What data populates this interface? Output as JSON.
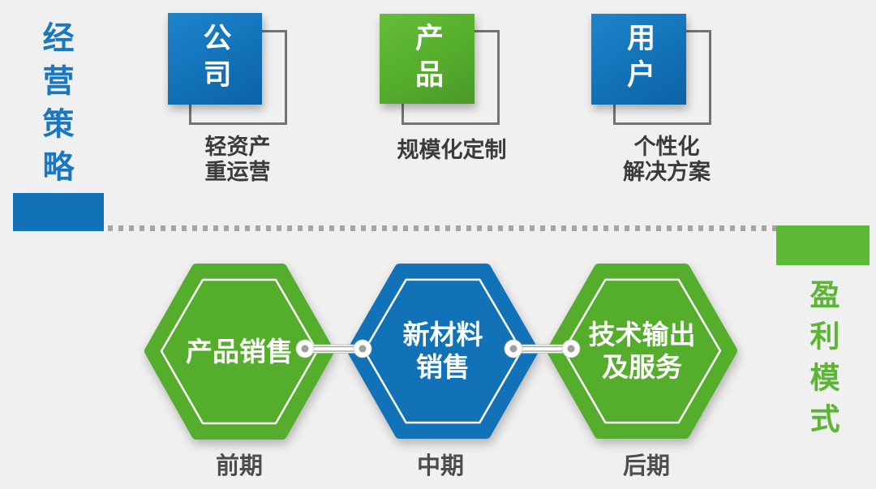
{
  "diagram": {
    "left_title": "经营策略",
    "right_title": "盈利模式",
    "strategy": {
      "items": [
        {
          "box": "公司",
          "caption1": "轻资产",
          "caption2": "重运营"
        },
        {
          "box": "产品",
          "caption1": "规模化定制",
          "caption2": ""
        },
        {
          "box": "用户",
          "caption1": "个性化",
          "caption2": "解决方案"
        }
      ]
    },
    "profit": {
      "hexagons": [
        {
          "line1": "产品销售",
          "line2": "",
          "stage": "前期"
        },
        {
          "line1": "新材料",
          "line2": "销售",
          "stage": "中期"
        },
        {
          "line1": "技术输出",
          "line2": "及服务",
          "stage": "后期"
        }
      ]
    },
    "colors": {
      "bg": "#f0f0f1",
      "blue": "#1272b8",
      "green": "#55ad2c",
      "green_bright": "#5cba34",
      "title_blue": "#1b77c0",
      "title_green": "#5cb534",
      "caption_text": "#3b3b3b",
      "stage_text": "#4d4d4d",
      "outline_gray": "#737373",
      "dot_gray": "#a5a5a5"
    }
  }
}
